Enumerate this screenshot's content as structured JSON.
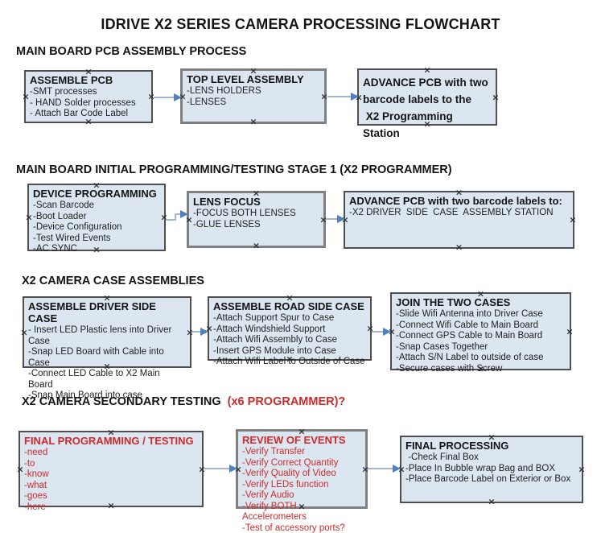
{
  "title": "IDRIVE X2  SERIES CAMERA PROCESSING FLOWCHART",
  "colors": {
    "box_fill": "#dce6f1",
    "box_border": "#4f4f4f",
    "box_border_gray": "#808080",
    "red": "#cc2b2b",
    "arrow_line": "#a0b6d4",
    "arrow_head": "#4f81bd"
  },
  "icons": {
    "connection_point": "×"
  },
  "sections": [
    {
      "heading": "MAIN BOARD PCB ASSEMBLY PROCESS",
      "boxes": [
        {
          "title": "ASSEMBLE PCB",
          "items": [
            "-SMT processes",
            "- HAND Solder processes",
            "- Attach Bar Code Label"
          ]
        },
        {
          "title": "TOP LEVEL ASSEMBLY",
          "items": [
            "-LENS HOLDERS",
            "-LENSES"
          ]
        },
        {
          "title": "ADVANCE PCB with two\nbarcode labels to the\n X2 Programming Station",
          "items": []
        }
      ]
    },
    {
      "heading": "MAIN BOARD INITIAL PROGRAMMING/TESTING STAGE 1 (X2 PROGRAMMER)",
      "boxes": [
        {
          "title": "DEVICE PROGRAMMING",
          "items": [
            "-Scan Barcode",
            "-Boot Loader",
            "-Device Configuration",
            "-Test Wired Events",
            "-AC SYNC"
          ]
        },
        {
          "title": "LENS FOCUS",
          "items": [
            "-FOCUS BOTH LENSES",
            "-GLUE LENSES"
          ]
        },
        {
          "title": "ADVANCE PCB with two barcode labels to:",
          "items": [
            "-X2 DRIVER  SIDE  CASE  ASSEMBLY STATION"
          ]
        }
      ]
    },
    {
      "heading": "X2 CAMERA CASE ASSEMBLIES",
      "boxes": [
        {
          "title": "ASSEMBLE DRIVER SIDE CASE",
          "items": [
            "- Insert LED Plastic lens into Driver Case",
            "-Snap LED Board with Cable into Case",
            "-Connect LED Cable to X2 Main Board",
            "-Snap Main Board into case"
          ]
        },
        {
          "title": "ASSEMBLE ROAD SIDE CASE",
          "items": [
            "-Attach Support Spur to Case",
            "-Attach Windshield Support",
            "-Attach Wifi Assembly to Case",
            "-Insert GPS Module into Case",
            "-Attach Wifi Label to Outside of Case"
          ]
        },
        {
          "title": "JOIN THE TWO CASES",
          "items": [
            "-Slide Wifi Antenna into Driver Case",
            "-Connect Wifi Cable to Main Board",
            "-Connect GPS Cable to Main Board",
            "-Snap Cases Together",
            "-Attach S/N Label to outside of case",
            "-Secure cases with Screw"
          ]
        }
      ]
    },
    {
      "heading": "X2 CAMERA SECONDARY TESTING ",
      "heading_red": " (x6 PROGRAMMER)?",
      "boxes": [
        {
          "title": "FINAL PROGRAMMING / TESTING",
          "items": [
            "-need",
            "-to",
            "-know",
            "-what",
            "-goes",
            "-here"
          ]
        },
        {
          "title": "REVIEW OF EVENTS",
          "items": [
            "-Verify Transfer",
            "-Verify Correct Quantity",
            "-Verify Quality of Video",
            "-Verify LEDs function",
            "-Verify Audio",
            "-Verify BOTH Accelerometers",
            "-Test of accessory ports?"
          ]
        },
        {
          "title": "FINAL PROCESSING",
          "items": [
            " -Check Final Box",
            "-Place In Bubble wrap Bag and BOX",
            "-Place Barcode Label on Exterior or Box"
          ]
        }
      ]
    }
  ]
}
